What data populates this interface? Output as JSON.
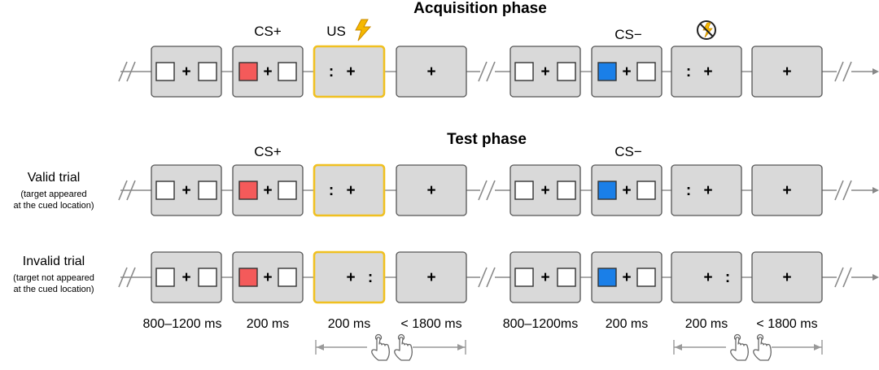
{
  "phases": {
    "acquisition": "Acquisition phase",
    "test": "Test phase"
  },
  "labels": {
    "cs_plus": "CS+",
    "cs_minus": "CS−",
    "us": "US"
  },
  "rows": {
    "valid": {
      "title": "Valid trial",
      "note_line1": "(target appeared",
      "note_line2": "at the cued location)"
    },
    "invalid": {
      "title": "Invalid trial",
      "note_line1": "(target not appeared",
      "note_line2": "at the cued location)"
    }
  },
  "timings": {
    "t1": "800–1200 ms",
    "t2": "200 ms",
    "t3": "200 ms",
    "t4": "< 1800 ms",
    "t5": "800–1200ms",
    "t6": "200 ms",
    "t7": "200 ms",
    "t8": "< 1800 ms"
  },
  "glyphs": {
    "fixation": "+",
    "target": ":"
  },
  "colors": {
    "panel_fill": "#d9d9d9",
    "panel_stroke": "#555555",
    "us_highlight": "#f0c020",
    "cs_plus_square": "#f45a5a",
    "cs_minus_square": "#1a7fe8",
    "line": "#888888",
    "bolt": "#f5b800"
  },
  "icons": {
    "shock": "lightning-bolt-icon",
    "no_shock": "no-shock-icon",
    "response": "tap-hand-icon"
  }
}
